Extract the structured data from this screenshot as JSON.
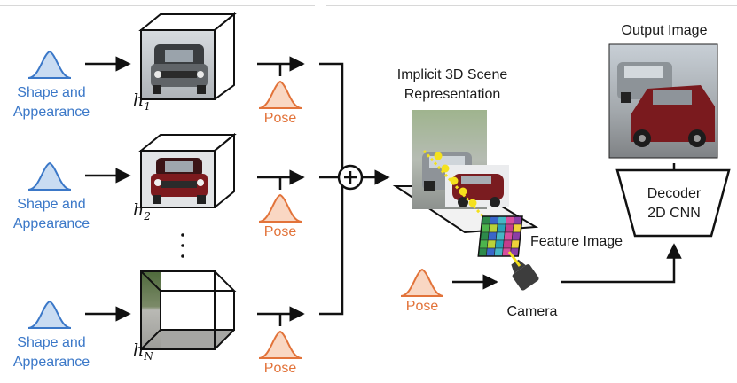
{
  "shape_label_line1": "Shape and",
  "shape_label_line2": "Appearance",
  "pose_label": "Pose",
  "h_labels": [
    "h",
    "h",
    "h"
  ],
  "h_subscripts": [
    "1",
    "2",
    "N"
  ],
  "scene_title_line1": "Implicit 3D Scene",
  "scene_title_line2": "Representation",
  "output_title": "Output Image",
  "feature_label": "Feature Image",
  "camera_label": "Camera",
  "decoder_line1": "Decoder",
  "decoder_line2": "2D CNN",
  "colors": {
    "blue": "#3b78c8",
    "orange": "#e2733a",
    "black": "#111111",
    "yellow": "#f4e11d"
  }
}
